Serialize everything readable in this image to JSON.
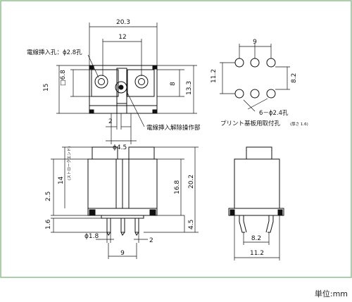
{
  "top_view": {
    "width": "20.3",
    "pitch": "12",
    "label_hole": "電線挿入孔：ϕ2.8孔",
    "square": "□6.8",
    "height": "15",
    "dim_8": "8",
    "dim_133": "13.3",
    "dim_2": "2",
    "release_label": "電線挿入解除操作部",
    "dia45": "ϕ4.5"
  },
  "pcb_view": {
    "pitch_x": "9",
    "height_left": "11.2",
    "height_right": "8.2",
    "hole_label": "6－ϕ2.4孔",
    "mount_label": "プリント基板用取付孔",
    "thickness_note": "(厚さ 1.6)"
  },
  "front_view": {
    "dim_25": "2.5",
    "dim_14": "14",
    "stroke_note": "(ストロークエンド)",
    "dim_168": "16.8",
    "dim_202": "20.2",
    "dim_45": "4.5",
    "dim_16": "1.6",
    "pin_dia": "ϕ1.8",
    "pin_w": "2",
    "pitch": "9"
  },
  "side_view": {
    "dim_82": "8.2",
    "dim_112": "11.2"
  },
  "unit_label": "単位:mm"
}
